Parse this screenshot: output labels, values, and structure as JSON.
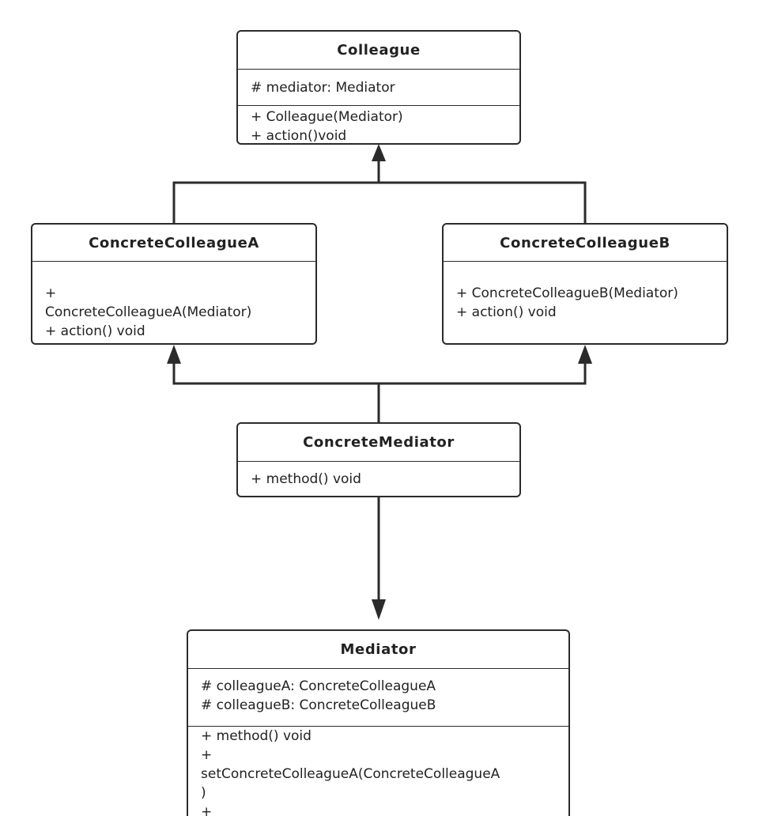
{
  "classes": {
    "colleague": {
      "name": "Colleague",
      "attributes": [
        "# mediator: Mediator"
      ],
      "methods": [
        "+ Colleague(Mediator)",
        "+ action()void"
      ]
    },
    "concrete_colleague_a": {
      "name": "ConcreteColleagueA",
      "methods": [
        "+",
        "ConcreteColleagueA(Mediator)",
        "+ action() void"
      ]
    },
    "concrete_colleague_b": {
      "name": "ConcreteColleagueB",
      "methods": [
        "+ ConcreteColleagueB(Mediator)",
        "+ action() void"
      ]
    },
    "concrete_mediator": {
      "name": "ConcreteMediator",
      "methods": [
        "+ method() void"
      ]
    },
    "mediator": {
      "name": "Mediator",
      "attributes": [
        "# colleagueA: ConcreteColleagueA",
        "# colleagueB: ConcreteColleagueB"
      ],
      "methods": [
        "+ method() void",
        "+",
        "setConcreteColleagueA(ConcreteColleagueA",
        ")",
        "+"
      ]
    }
  },
  "relationships": [
    {
      "from": "ConcreteColleagueA",
      "to": "Colleague",
      "type": "generalization"
    },
    {
      "from": "ConcreteColleagueB",
      "to": "Colleague",
      "type": "generalization"
    },
    {
      "from": "ConcreteMediator",
      "to": "ConcreteColleagueA",
      "type": "dependency"
    },
    {
      "from": "ConcreteMediator",
      "to": "ConcreteColleagueB",
      "type": "dependency"
    },
    {
      "from": "ConcreteMediator",
      "to": "Mediator",
      "type": "dependency"
    }
  ],
  "colors": {
    "line": "#2b2b2b",
    "background": "#ffffff",
    "text": "#222222"
  }
}
